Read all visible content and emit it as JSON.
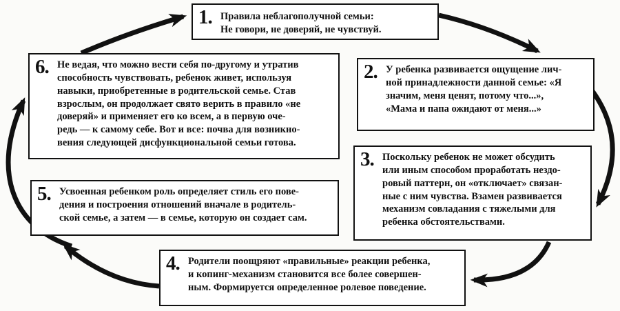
{
  "page": {
    "ink_color": "#111111",
    "paper_color": "#fbfbf9"
  },
  "diagram": {
    "type": "cycle",
    "boxes": [
      {
        "label": "1.",
        "text": "Правила неблагополучной семьи:\nНе говори, не доверяй, не чувствуй."
      },
      {
        "label": "2.",
        "text": "У ребенка развивается ощущение лич-\nной принадлежности данной семье: «Я\nзначим, меня ценят, потому что...»,\n«Мама и папа ожидают от меня...»"
      },
      {
        "label": "3.",
        "text": "Поскольку ребенок не может обсудить\nили иным способом проработать нездо-\nровый паттерн, он «отключает» связан-\nные с ним чувства. Взамен развивается\nмеханизм совладания с тяжелыми для\nребенка обстоятельствами."
      },
      {
        "label": "4.",
        "text": "Родители поощряют «правильные» реакции ребенка,\nи копинг-механизм становится все более совершен-\nным. Формируется определенное ролевое поведение."
      },
      {
        "label": "5.",
        "text": "Усвоенная ребенком роль определяет стиль его пове-\nдения и построения отношений вначале в родитель-\nской семье, а затем — в семье, которую он создает сам."
      },
      {
        "label": "6.",
        "text": "Не ведая, что можно вести себя по-другому и утратив\nспособность чувствовать, ребенок живет, используя\nнавыки, приобретенные в родительской семье. Став\nвзрослым, он продолжает свято верить в правило «не\nдоверяй» и применяет его ко всем, а в первую оче-\nредь — к самому себе. Вот и все: почва для возникно-\nвения следующей дисфункциональной семьи готова."
      }
    ],
    "arrows": [
      {
        "from": "1",
        "to": "2"
      },
      {
        "from": "2",
        "to": "3"
      },
      {
        "from": "3",
        "to": "4"
      },
      {
        "from": "4",
        "to": "5"
      },
      {
        "from": "5",
        "to": "6"
      },
      {
        "from": "6",
        "to": "1"
      }
    ]
  }
}
